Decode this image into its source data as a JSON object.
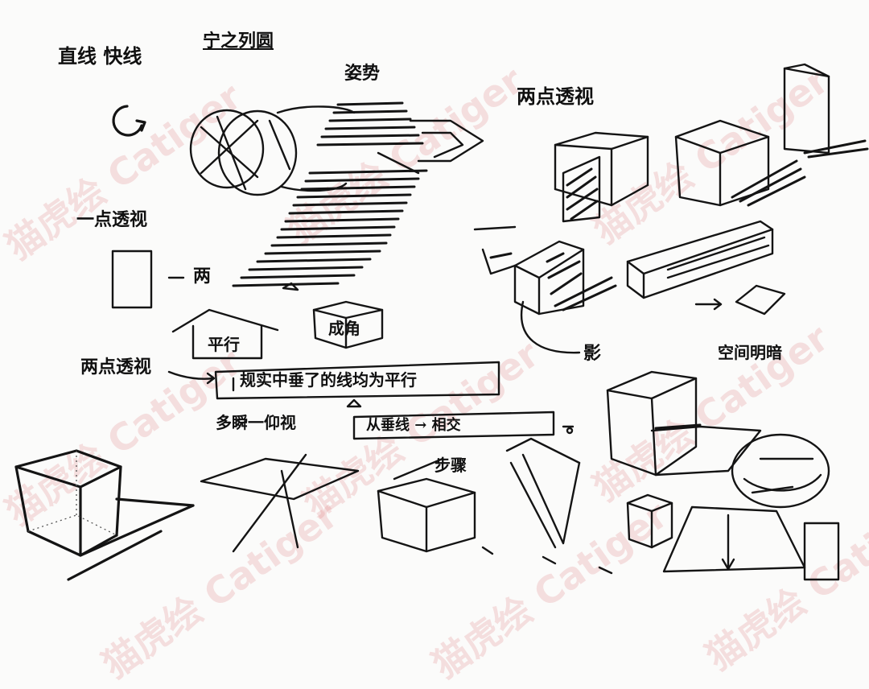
{
  "labels": {
    "straight_fast_line": "直线 快线",
    "wan_zi": "宁之列圆",
    "posture": "姿势",
    "two_point_perspective": "两点透视",
    "one_point_perspective": "一点透视",
    "two": "两",
    "parallel": "平行",
    "angle": "成角",
    "two_point_sketch": "两点透视",
    "vertical_lines_note": "规实中垂了的线均为平行",
    "three_point_note": "多瞬一仰视",
    "vertical_to_converge": "从垂线 → 相交",
    "shadow": "影",
    "spatial_relation": "空间明暗",
    "step": "步骤",
    "g_mark": "G"
  },
  "watermark": {
    "text": "猫虎绘 Catiger",
    "color": "#da6c6c"
  }
}
